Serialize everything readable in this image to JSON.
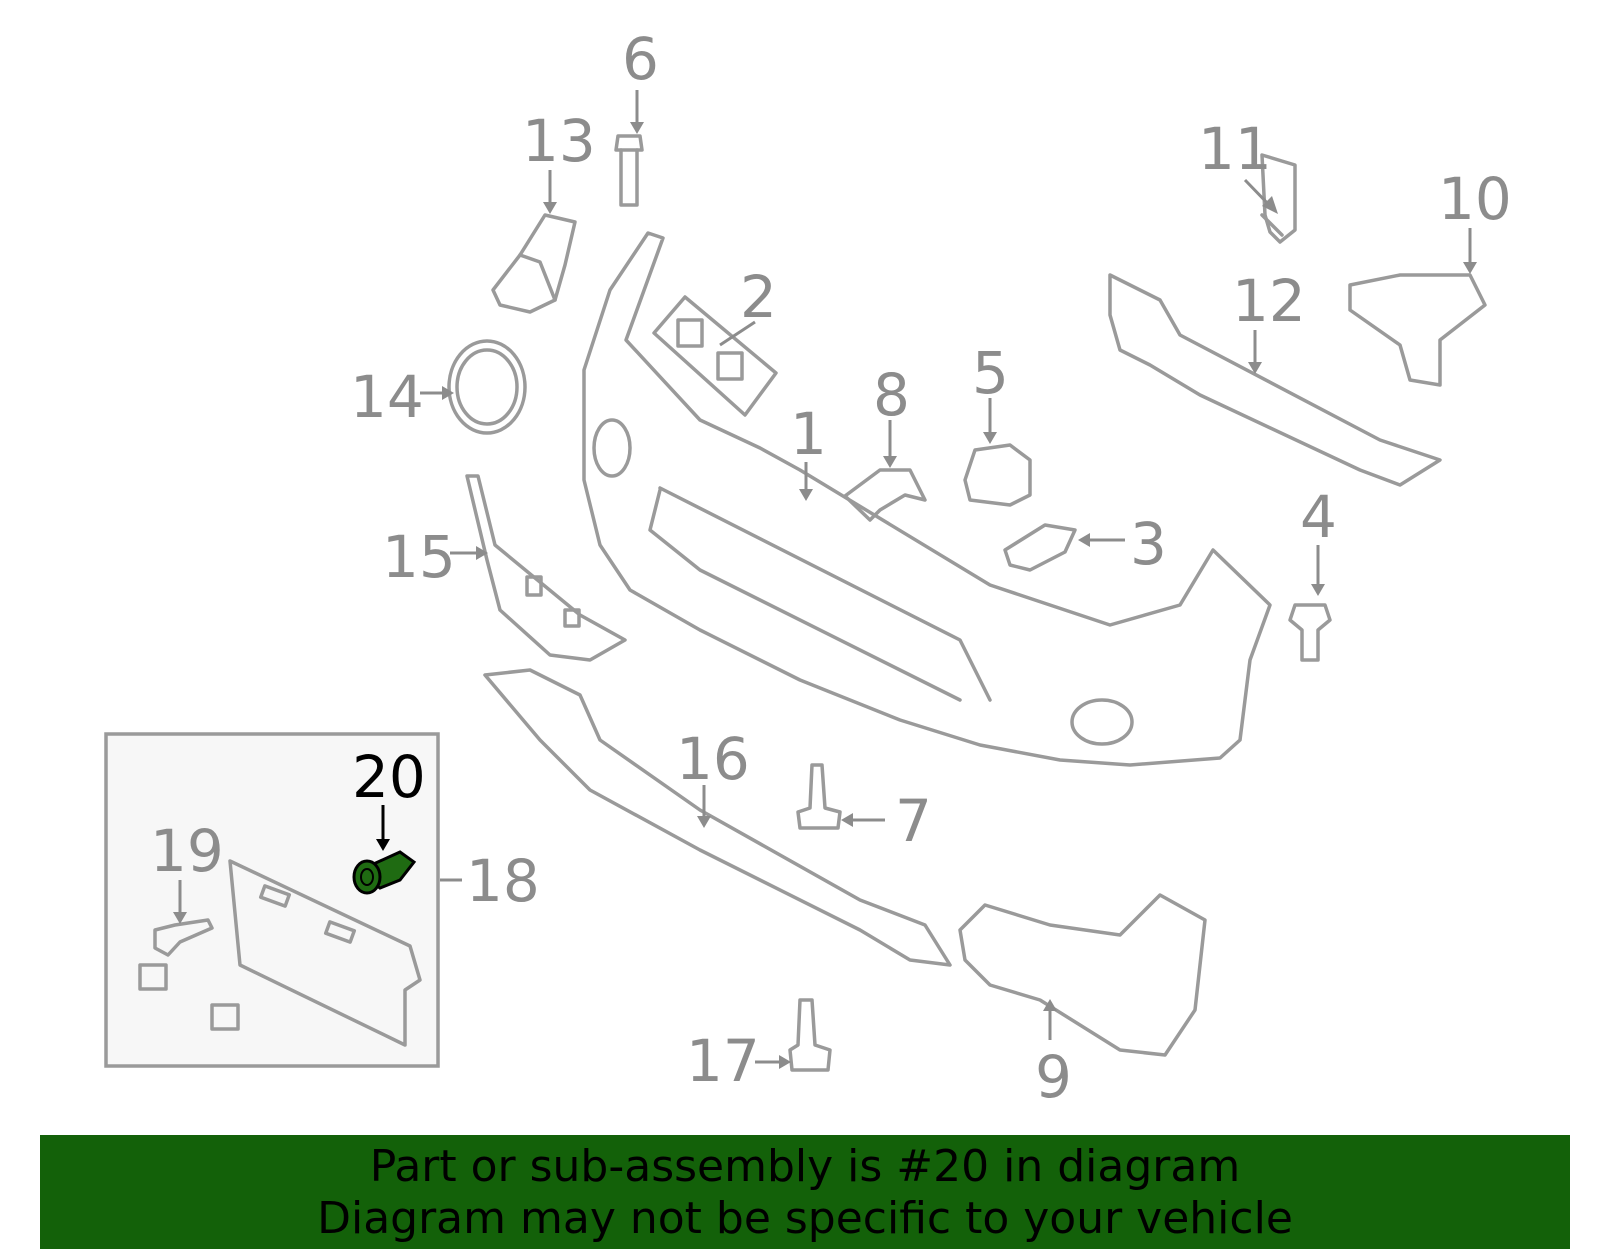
{
  "callouts": [
    {
      "id": "1",
      "label": "1"
    },
    {
      "id": "2",
      "label": "2"
    },
    {
      "id": "3",
      "label": "3"
    },
    {
      "id": "4",
      "label": "4"
    },
    {
      "id": "5",
      "label": "5"
    },
    {
      "id": "6",
      "label": "6"
    },
    {
      "id": "7",
      "label": "7"
    },
    {
      "id": "8",
      "label": "8"
    },
    {
      "id": "9",
      "label": "9"
    },
    {
      "id": "10",
      "label": "10"
    },
    {
      "id": "11",
      "label": "11"
    },
    {
      "id": "12",
      "label": "12"
    },
    {
      "id": "13",
      "label": "13"
    },
    {
      "id": "14",
      "label": "14"
    },
    {
      "id": "15",
      "label": "15"
    },
    {
      "id": "16",
      "label": "16"
    },
    {
      "id": "17",
      "label": "17"
    },
    {
      "id": "18",
      "label": "18"
    },
    {
      "id": "19",
      "label": "19"
    },
    {
      "id": "20",
      "label": "20",
      "highlighted": true
    }
  ],
  "highlighted_part": "20",
  "caption": {
    "line1": "Part or sub-assembly is #20 in diagram",
    "line2": "Diagram may not be specific to your vehicle"
  },
  "colors": {
    "part_line": "#9a9a9a",
    "highlight_part": "#1f6b12",
    "caption_background": "#136109",
    "inset_background": "#f7f7f7"
  }
}
